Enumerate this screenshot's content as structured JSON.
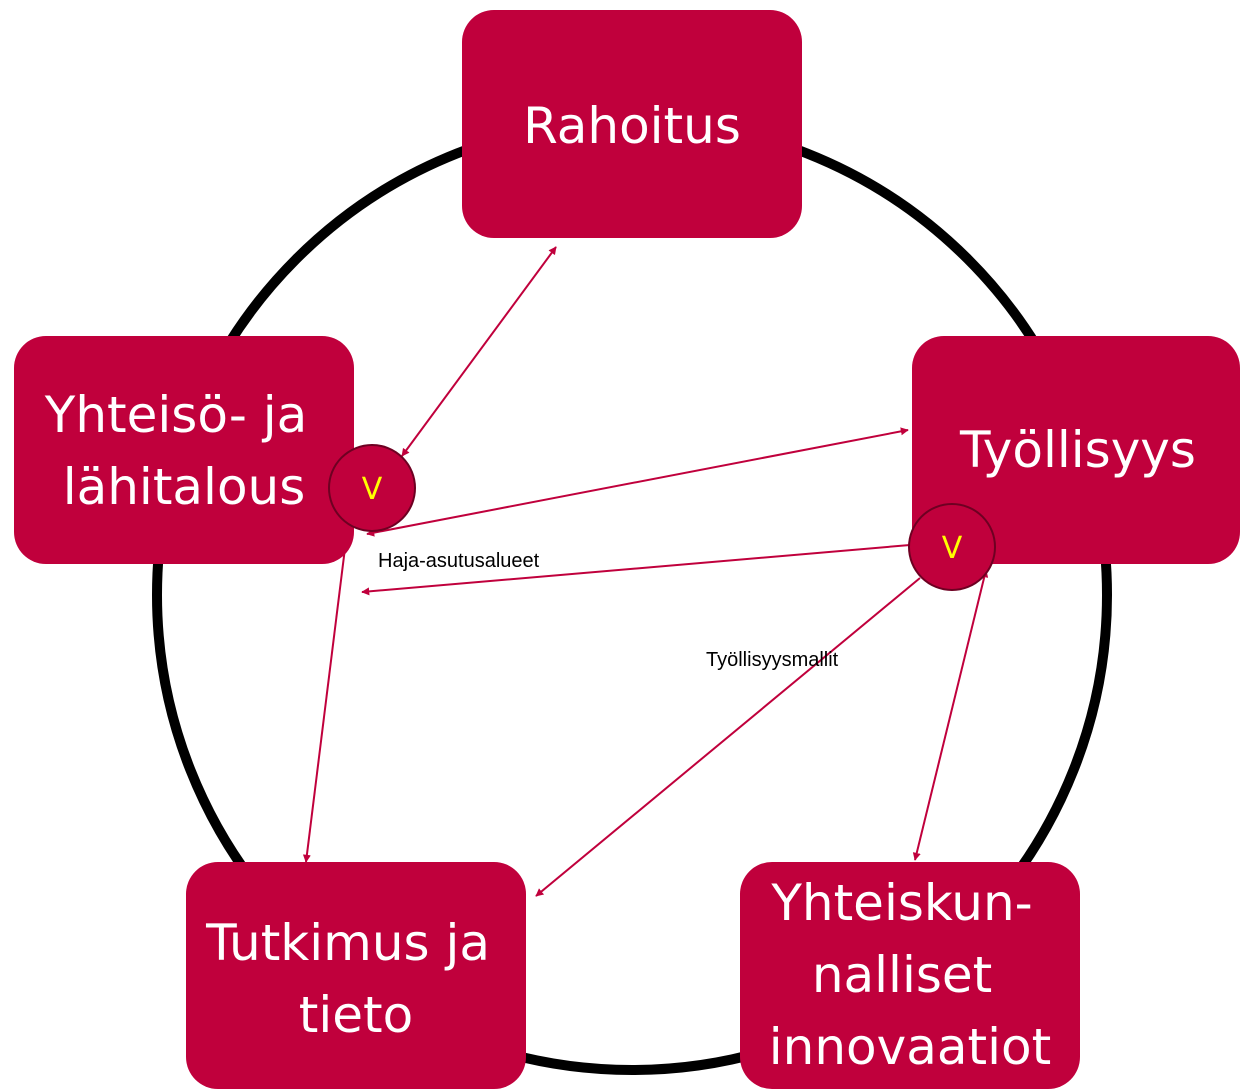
{
  "nodes": {
    "rahoitus": [
      "Rahoitus"
    ],
    "tyollisyys": [
      "Työllisyys"
    ],
    "yhteiso": [
      "Yhteisö- ja",
      "lähitalous"
    ],
    "tutkimus": [
      "Tutkimus ja",
      "tieto"
    ],
    "innovaatiot": [
      "Yhteiskun-",
      "nalliset",
      "innovaatiot"
    ]
  },
  "badges": {
    "yhteiso": "V",
    "tyollisyys": "V"
  },
  "edge_labels": {
    "haja": "Haja-asutusalueet",
    "tyollisyysmallit": "Työllisyysmallit"
  },
  "colors": {
    "box": "#c0003c",
    "badge_text": "#ffff00",
    "ring": "#000000"
  }
}
